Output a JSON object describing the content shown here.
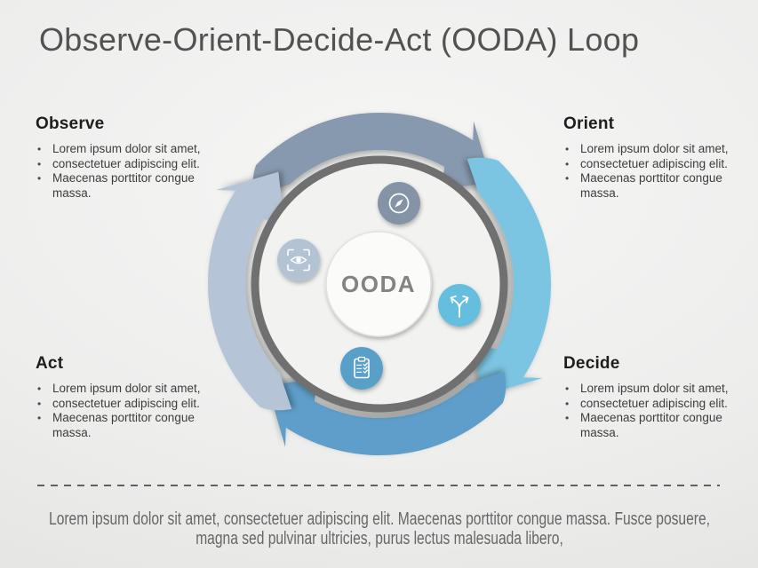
{
  "slide": {
    "title": "Observe-Orient-Decide-Act (OODA) Loop"
  },
  "diagram": {
    "center_label": "OODA",
    "colors": {
      "arrow_top": "#8799ae",
      "arrow_right": "#7cc5e2",
      "arrow_bottom": "#5f9eca",
      "arrow_left": "#b5c4d6",
      "ring_fill": "#f2f2f1",
      "hub_fill": "#fbfbfa",
      "hub_text": "#838383",
      "icon_orient_bg": "#8494a6",
      "icon_observe_bg": "#b4c3d4",
      "icon_decide_bg": "#65bedd",
      "icon_act_bg": "#59a0c8"
    }
  },
  "sections": {
    "observe": {
      "heading": "Observe",
      "bullets": [
        "Lorem ipsum dolor sit amet,",
        "consectetuer adipiscing elit.",
        "Maecenas porttitor congue massa."
      ]
    },
    "orient": {
      "heading": "Orient",
      "bullets": [
        "Lorem ipsum dolor sit amet,",
        "consectetuer adipiscing elit.",
        "Maecenas porttitor congue massa."
      ]
    },
    "act": {
      "heading": "Act",
      "bullets": [
        "Lorem ipsum dolor sit amet,",
        "consectetuer adipiscing elit.",
        "Maecenas porttitor congue massa."
      ]
    },
    "decide": {
      "heading": "Decide",
      "bullets": [
        "Lorem ipsum dolor sit amet,",
        "consectetuer adipiscing elit.",
        "Maecenas porttitor congue massa."
      ]
    }
  },
  "footer": {
    "text": "Lorem ipsum dolor sit amet, consectetuer adipiscing elit. Maecenas porttitor congue massa. Fusce posuere, magna sed pulvinar ultricies, purus lectus malesuada libero,"
  }
}
